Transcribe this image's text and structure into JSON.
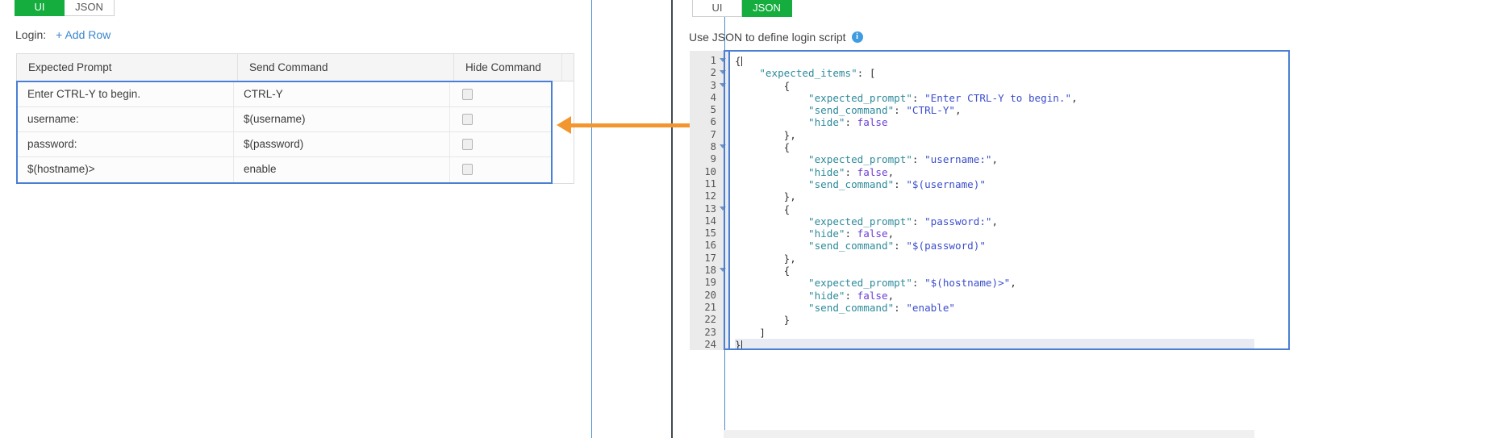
{
  "left": {
    "tabs": [
      {
        "label": "UI",
        "active": true
      },
      {
        "label": "JSON",
        "active": false
      }
    ],
    "login_label": "Login:",
    "add_row_label": "+ Add Row",
    "table": {
      "columns": [
        "Expected Prompt",
        "Send Command",
        "Hide Command"
      ],
      "rows": [
        {
          "expected_prompt": "Enter CTRL-Y to begin.",
          "send_command": "CTRL-Y",
          "hide": false
        },
        {
          "expected_prompt": "username:",
          "send_command": "$(username)",
          "hide": false
        },
        {
          "expected_prompt": "password:",
          "send_command": "$(password)",
          "hide": false
        },
        {
          "expected_prompt": "$(hostname)>",
          "send_command": "enable",
          "hide": false
        }
      ]
    }
  },
  "right": {
    "tabs": [
      {
        "label": "UI",
        "active": false
      },
      {
        "label": "JSON",
        "active": true
      }
    ],
    "hint_text": "Use JSON to define login script",
    "info_icon_label": "i",
    "editor": {
      "lines": [
        {
          "n": 1,
          "fold": true,
          "segments": [
            {
              "t": "punct",
              "v": "{"
            },
            {
              "t": "caret",
              "v": ""
            }
          ]
        },
        {
          "n": 2,
          "fold": true,
          "segments": [
            {
              "t": "plain",
              "v": "    "
            },
            {
              "t": "key",
              "v": "\"expected_items\""
            },
            {
              "t": "punct",
              "v": ": ["
            }
          ]
        },
        {
          "n": 3,
          "fold": true,
          "segments": [
            {
              "t": "plain",
              "v": "        "
            },
            {
              "t": "punct",
              "v": "{"
            }
          ]
        },
        {
          "n": 4,
          "fold": false,
          "segments": [
            {
              "t": "plain",
              "v": "            "
            },
            {
              "t": "key",
              "v": "\"expected_prompt\""
            },
            {
              "t": "punct",
              "v": ": "
            },
            {
              "t": "str",
              "v": "\"Enter CTRL-Y to begin.\""
            },
            {
              "t": "punct",
              "v": ","
            }
          ]
        },
        {
          "n": 5,
          "fold": false,
          "segments": [
            {
              "t": "plain",
              "v": "            "
            },
            {
              "t": "key",
              "v": "\"send_command\""
            },
            {
              "t": "punct",
              "v": ": "
            },
            {
              "t": "str",
              "v": "\"CTRL-Y\""
            },
            {
              "t": "punct",
              "v": ","
            }
          ]
        },
        {
          "n": 6,
          "fold": false,
          "segments": [
            {
              "t": "plain",
              "v": "            "
            },
            {
              "t": "key",
              "v": "\"hide\""
            },
            {
              "t": "punct",
              "v": ": "
            },
            {
              "t": "bool",
              "v": "false"
            }
          ]
        },
        {
          "n": 7,
          "fold": false,
          "segments": [
            {
              "t": "plain",
              "v": "        "
            },
            {
              "t": "punct",
              "v": "},"
            }
          ]
        },
        {
          "n": 8,
          "fold": true,
          "segments": [
            {
              "t": "plain",
              "v": "        "
            },
            {
              "t": "punct",
              "v": "{"
            }
          ]
        },
        {
          "n": 9,
          "fold": false,
          "segments": [
            {
              "t": "plain",
              "v": "            "
            },
            {
              "t": "key",
              "v": "\"expected_prompt\""
            },
            {
              "t": "punct",
              "v": ": "
            },
            {
              "t": "str",
              "v": "\"username:\""
            },
            {
              "t": "punct",
              "v": ","
            }
          ]
        },
        {
          "n": 10,
          "fold": false,
          "segments": [
            {
              "t": "plain",
              "v": "            "
            },
            {
              "t": "key",
              "v": "\"hide\""
            },
            {
              "t": "punct",
              "v": ": "
            },
            {
              "t": "bool",
              "v": "false"
            },
            {
              "t": "punct",
              "v": ","
            }
          ]
        },
        {
          "n": 11,
          "fold": false,
          "segments": [
            {
              "t": "plain",
              "v": "            "
            },
            {
              "t": "key",
              "v": "\"send_command\""
            },
            {
              "t": "punct",
              "v": ": "
            },
            {
              "t": "str",
              "v": "\"$(username)\""
            }
          ]
        },
        {
          "n": 12,
          "fold": false,
          "segments": [
            {
              "t": "plain",
              "v": "        "
            },
            {
              "t": "punct",
              "v": "},"
            }
          ]
        },
        {
          "n": 13,
          "fold": true,
          "segments": [
            {
              "t": "plain",
              "v": "        "
            },
            {
              "t": "punct",
              "v": "{"
            }
          ]
        },
        {
          "n": 14,
          "fold": false,
          "segments": [
            {
              "t": "plain",
              "v": "            "
            },
            {
              "t": "key",
              "v": "\"expected_prompt\""
            },
            {
              "t": "punct",
              "v": ": "
            },
            {
              "t": "str",
              "v": "\"password:\""
            },
            {
              "t": "punct",
              "v": ","
            }
          ]
        },
        {
          "n": 15,
          "fold": false,
          "segments": [
            {
              "t": "plain",
              "v": "            "
            },
            {
              "t": "key",
              "v": "\"hide\""
            },
            {
              "t": "punct",
              "v": ": "
            },
            {
              "t": "bool",
              "v": "false"
            },
            {
              "t": "punct",
              "v": ","
            }
          ]
        },
        {
          "n": 16,
          "fold": false,
          "segments": [
            {
              "t": "plain",
              "v": "            "
            },
            {
              "t": "key",
              "v": "\"send_command\""
            },
            {
              "t": "punct",
              "v": ": "
            },
            {
              "t": "str",
              "v": "\"$(password)\""
            }
          ]
        },
        {
          "n": 17,
          "fold": false,
          "segments": [
            {
              "t": "plain",
              "v": "        "
            },
            {
              "t": "punct",
              "v": "},"
            }
          ]
        },
        {
          "n": 18,
          "fold": true,
          "segments": [
            {
              "t": "plain",
              "v": "        "
            },
            {
              "t": "punct",
              "v": "{"
            }
          ]
        },
        {
          "n": 19,
          "fold": false,
          "segments": [
            {
              "t": "plain",
              "v": "            "
            },
            {
              "t": "key",
              "v": "\"expected_prompt\""
            },
            {
              "t": "punct",
              "v": ": "
            },
            {
              "t": "str",
              "v": "\"$(hostname)>\""
            },
            {
              "t": "punct",
              "v": ","
            }
          ]
        },
        {
          "n": 20,
          "fold": false,
          "segments": [
            {
              "t": "plain",
              "v": "            "
            },
            {
              "t": "key",
              "v": "\"hide\""
            },
            {
              "t": "punct",
              "v": ": "
            },
            {
              "t": "bool",
              "v": "false"
            },
            {
              "t": "punct",
              "v": ","
            }
          ]
        },
        {
          "n": 21,
          "fold": false,
          "segments": [
            {
              "t": "plain",
              "v": "            "
            },
            {
              "t": "key",
              "v": "\"send_command\""
            },
            {
              "t": "punct",
              "v": ": "
            },
            {
              "t": "str",
              "v": "\"enable\""
            }
          ]
        },
        {
          "n": 22,
          "fold": false,
          "segments": [
            {
              "t": "plain",
              "v": "        "
            },
            {
              "t": "punct",
              "v": "}"
            }
          ]
        },
        {
          "n": 23,
          "fold": false,
          "segments": [
            {
              "t": "plain",
              "v": "    "
            },
            {
              "t": "punct",
              "v": "]"
            }
          ]
        },
        {
          "n": 24,
          "fold": false,
          "segments": [
            {
              "t": "punct",
              "v": "}"
            },
            {
              "t": "caret",
              "v": ""
            }
          ]
        }
      ],
      "active_line": 24
    }
  },
  "colors": {
    "tab_active": "#14ad3e",
    "link": "#3a87cd",
    "selection_border": "#4a7fd4",
    "arrow": "#f2972f",
    "info_icon": "#3f9ce0",
    "json_key": "#2e8a9b",
    "json_string": "#3b4ecc",
    "json_bool": "#6b3fd6"
  }
}
